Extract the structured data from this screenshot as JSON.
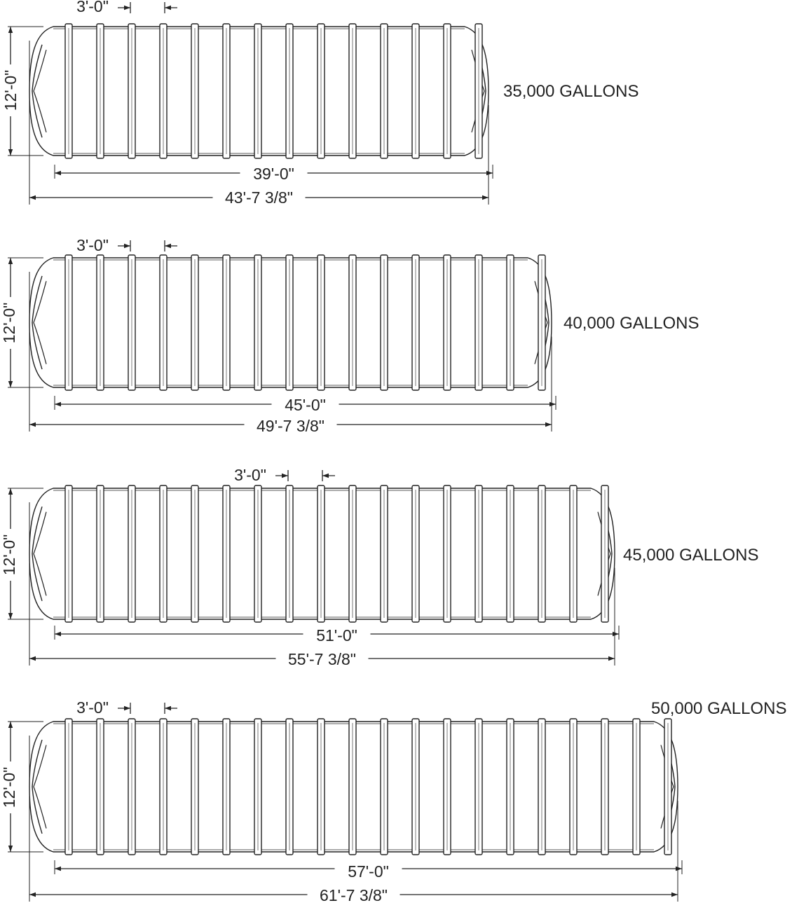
{
  "tanks": [
    {
      "capacity_label": "35,000 GALLONS",
      "rib_spacing_label": "3'-0\"",
      "height_label": "12'-0\"",
      "body_length_label": "39'-0\"",
      "overall_length_label": "43'-7 3/8\"",
      "rib_count": 14
    },
    {
      "capacity_label": "40,000 GALLONS",
      "rib_spacing_label": "3'-0\"",
      "height_label": "12'-0\"",
      "body_length_label": "45'-0\"",
      "overall_length_label": "49'-7 3/8\"",
      "rib_count": 16
    },
    {
      "capacity_label": "45,000 GALLONS",
      "rib_spacing_label": "3'-0\"",
      "height_label": "12'-0\"",
      "body_length_label": "51'-0\"",
      "overall_length_label": "55'-7 3/8\"",
      "rib_count": 18
    },
    {
      "capacity_label": "50,000 GALLONS",
      "rib_spacing_label": "3'-0\"",
      "height_label": "12'-0\"",
      "body_length_label": "57'-0\"",
      "overall_length_label": "61'-7 3/8\"",
      "rib_count": 20
    }
  ],
  "colors": {
    "line": "#222222",
    "background": "#ffffff"
  }
}
